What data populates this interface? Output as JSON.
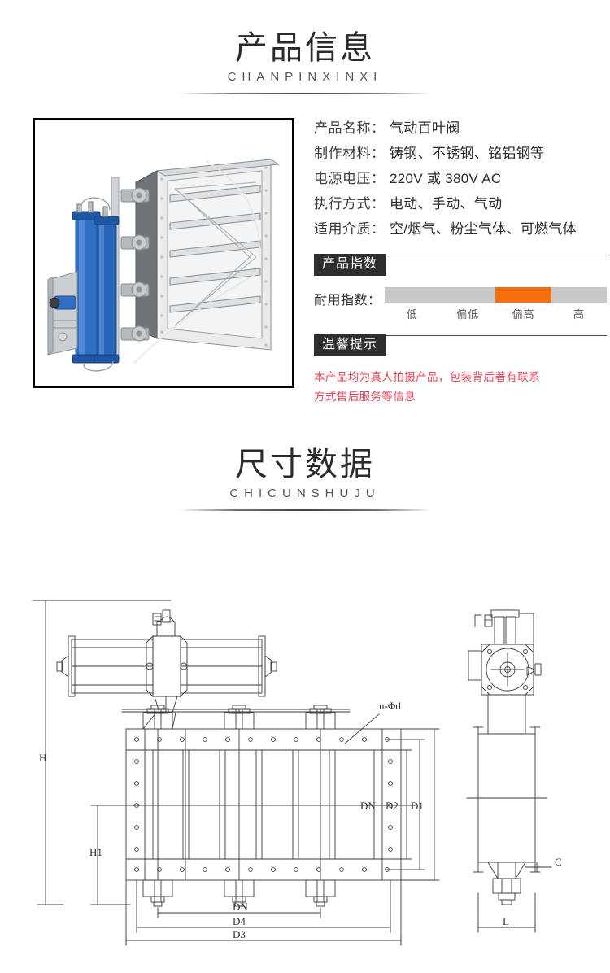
{
  "page": {
    "background": "#ffffff",
    "accent_orange": "#f4700f",
    "tip_color": "#e8455a",
    "tag_bg": "#2e2e2e"
  },
  "sections": [
    {
      "id": "product-info",
      "title_cn": "产品信息",
      "title_en": "CHANPINXINXI"
    },
    {
      "id": "dimension-data",
      "title_cn": "尺寸数据",
      "title_en": "CHICUNSHUJU"
    }
  ],
  "product_photo": {
    "alt": "气动百叶阀产品实拍图",
    "icon": "pneumatic-louver-damper-photo"
  },
  "specs": [
    {
      "label": "产品名称",
      "colon": "：",
      "value": "气动百叶阀"
    },
    {
      "label": "制作材料",
      "colon": "：",
      "value": "铸钢、不锈钢、铭铝钢等"
    },
    {
      "label": "电源电压",
      "colon": "：",
      "value": "220V 或 380V AC"
    },
    {
      "label": "执行方式",
      "colon": "：",
      "value": "电动、手动、气动"
    },
    {
      "label": "适用介质",
      "colon": "：",
      "value": "空/烟气、粉尘气体、可燃气体"
    }
  ],
  "product_index": {
    "tag": "产品指数",
    "row_label": "耐用指数：",
    "scale": [
      "低",
      "偏低",
      "偏高",
      "高"
    ],
    "active_index": 2,
    "active_label": "偏高",
    "bar_color": "#f4700f",
    "track_color": "#c8c8c8"
  },
  "tips": {
    "tag": "温馨提示",
    "lines": [
      "本产品均为真人拍摄产品，包装背后著有联系",
      "方式售后服务等信息"
    ]
  },
  "drawing": {
    "front_view_labels": {
      "height_total": "H",
      "height_inner": "H1",
      "bolt_spec": "n-Φd",
      "nominal": "DN",
      "nominal_bottom": "DN",
      "d1": "D1",
      "d2": "D2",
      "d3": "D3",
      "d4": "D4"
    },
    "side_view_labels": {
      "clearance": "C",
      "length": "L"
    }
  }
}
